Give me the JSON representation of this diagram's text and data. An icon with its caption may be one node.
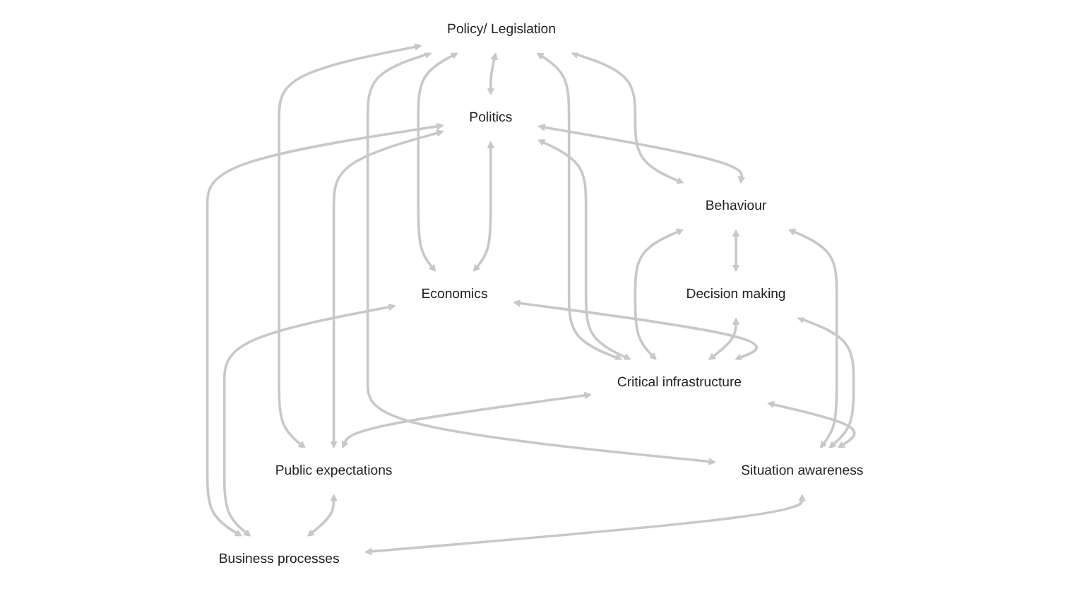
{
  "diagram": {
    "nodes": [
      {
        "text": [
          "Policy/ Legislation"
        ]
      },
      {
        "text": [
          "Politics"
        ]
      },
      {
        "text": [
          "Behaviour"
        ]
      },
      {
        "text": [
          "Decision making"
        ]
      },
      {
        "text": [
          "Economics"
        ]
      },
      {
        "text": [
          "Critical infrastructure"
        ]
      },
      {
        "text": [
          "Situation awareness"
        ]
      },
      {
        "text": [
          "Public expectations"
        ]
      },
      {
        "text": [
          "Business processes"
        ]
      }
    ],
    "edges": [
      {
        "from": 0,
        "to": 1,
        "arrow": "both"
      },
      {
        "from": 0,
        "to": 2,
        "arrow": "both"
      },
      {
        "from": 0,
        "to": 4,
        "arrow": "both"
      },
      {
        "from": 0,
        "to": 5,
        "arrow": "both"
      },
      {
        "from": 0,
        "to": 6,
        "arrow": "both"
      },
      {
        "from": 0,
        "to": 7,
        "arrow": "both"
      },
      {
        "from": 1,
        "to": 2,
        "arrow": "both"
      },
      {
        "from": 1,
        "to": 4,
        "arrow": "both"
      },
      {
        "from": 1,
        "to": 5,
        "arrow": "both"
      },
      {
        "from": 1,
        "to": 7,
        "arrow": "both"
      },
      {
        "from": 1,
        "to": 8,
        "arrow": "both"
      },
      {
        "from": 2,
        "to": 3,
        "arrow": "both"
      },
      {
        "from": 2,
        "to": 5,
        "arrow": "both"
      },
      {
        "from": 2,
        "to": 6,
        "arrow": "both"
      },
      {
        "from": 3,
        "to": 5,
        "arrow": "both"
      },
      {
        "from": 3,
        "to": 6,
        "arrow": "both"
      },
      {
        "from": 5,
        "to": 6,
        "arrow": "both"
      },
      {
        "from": 4,
        "to": 5,
        "arrow": "both"
      },
      {
        "from": 4,
        "to": 8,
        "arrow": "both"
      },
      {
        "from": 5,
        "to": 7,
        "arrow": "both"
      },
      {
        "from": 7,
        "to": 8,
        "arrow": "both"
      },
      {
        "from": 6,
        "to": 8,
        "arrow": "both"
      }
    ]
  }
}
